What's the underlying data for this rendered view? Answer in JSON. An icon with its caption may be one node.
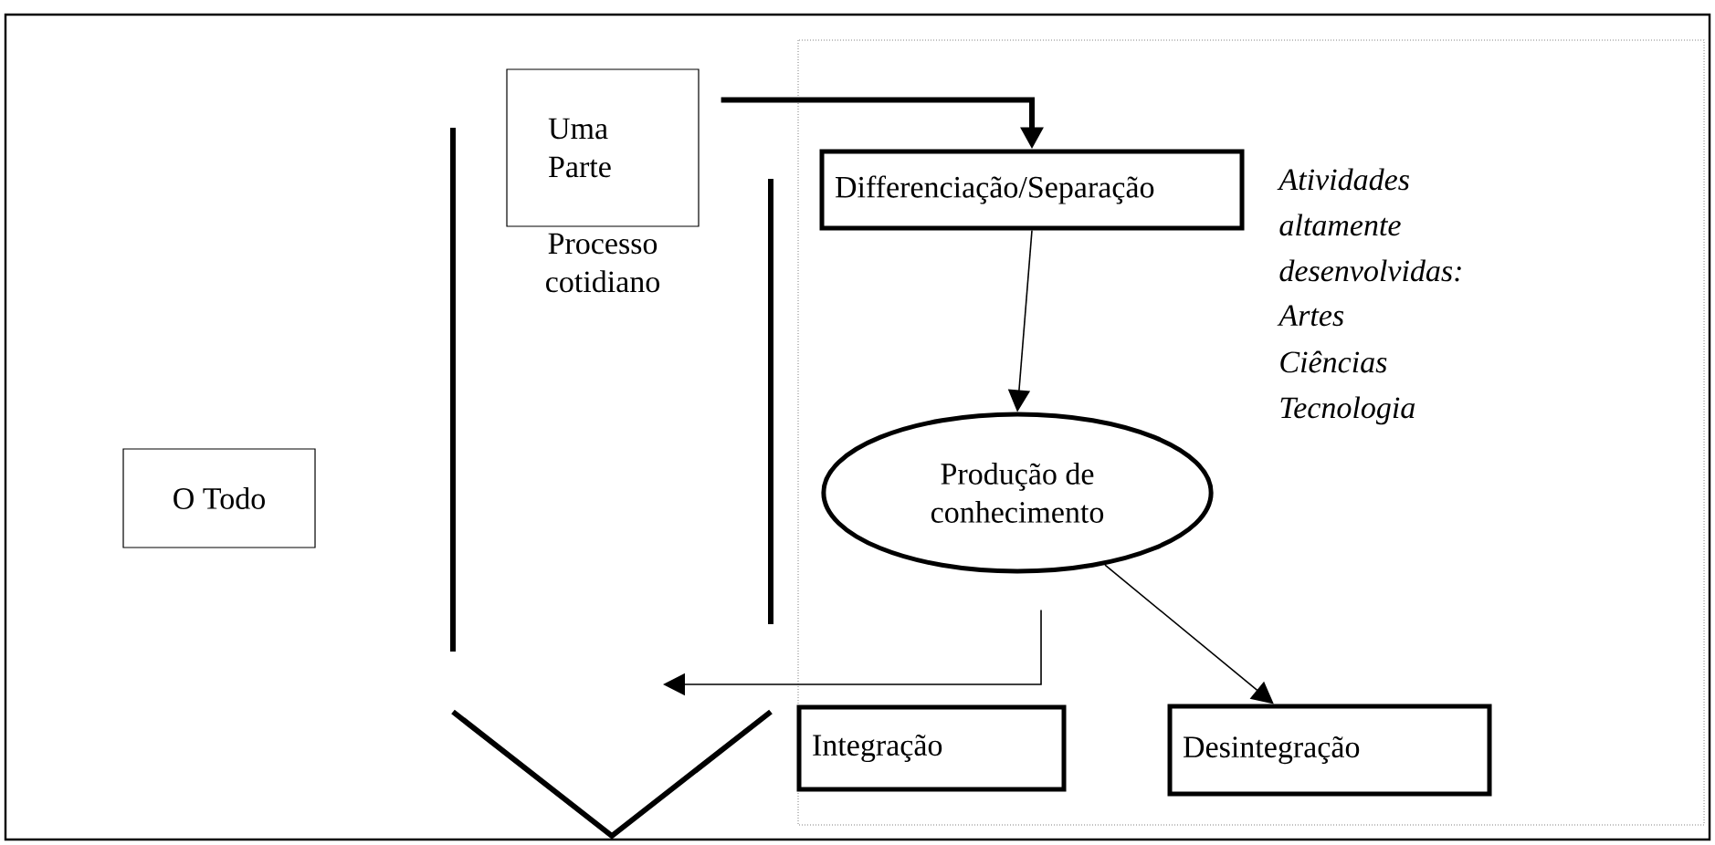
{
  "diagram": {
    "nodes": [
      {
        "text": [
          "O Todo"
        ]
      },
      {
        "text": [
          "Uma Parte"
        ],
        "beside": [
          "Processo cotidiano"
        ]
      },
      {
        "text": [
          "Differenciação/Separação"
        ]
      },
      {
        "text": [
          "Produção de conhecimento"
        ]
      },
      {
        "text": [
          "Integração"
        ]
      },
      {
        "text": [
          "Desintegração"
        ]
      }
    ],
    "edges": [
      {
        "from": 1,
        "to": 2,
        "arrow": "to",
        "style": "thick"
      },
      {
        "from": 2,
        "to": 3,
        "arrow": "to"
      },
      {
        "from": 3,
        "to": 5,
        "arrow": "to"
      },
      {
        "from": 3,
        "to": null,
        "arrow": "to"
      }
    ],
    "labels": [
      "Atividades altamente desenvolvidas:",
      "Artes",
      "Ciências",
      "Tecnologia"
    ]
  }
}
